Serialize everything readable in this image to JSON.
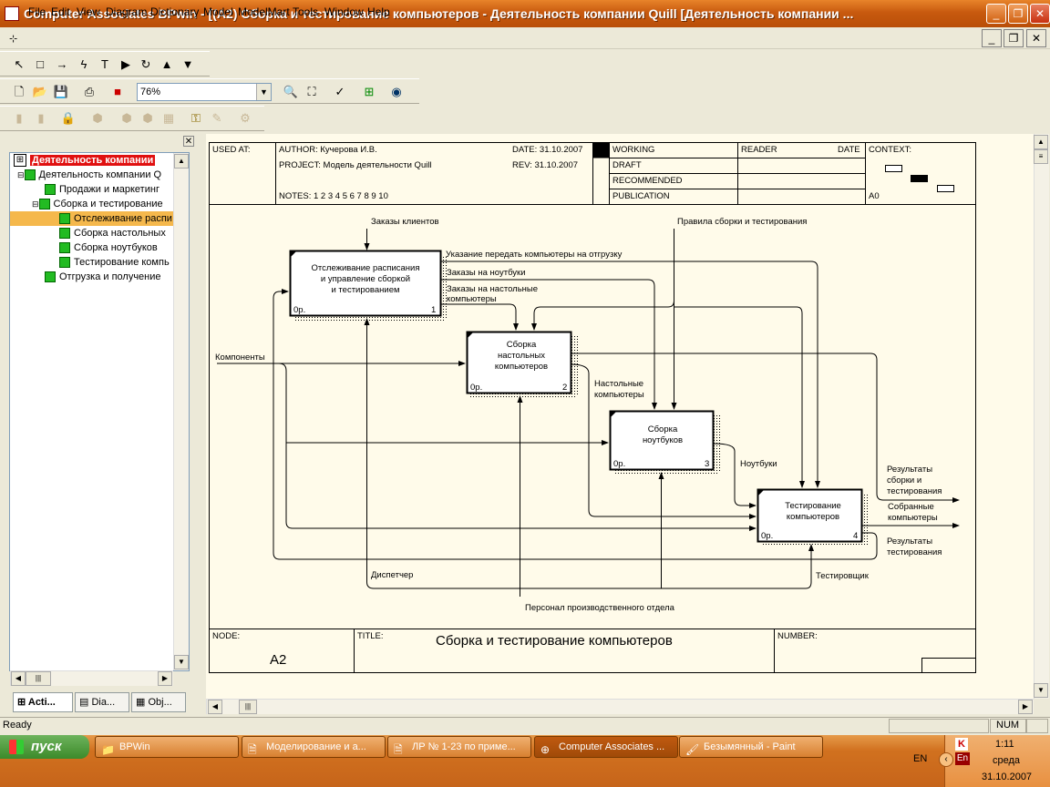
{
  "window": {
    "title": "Computer Associates BPwin - [(A2) Сборка и тестирование компьютеров - Деятельность компании Quill  [Деятельность компании ...",
    "minimize_glyph": "_",
    "restore_glyph": "❐",
    "close_glyph": "✕"
  },
  "menu": {
    "items": [
      "File",
      "Edit",
      "View",
      "Diagram",
      "Dictionary",
      "Model",
      "ModelMart",
      "Tools",
      "Window",
      "Help"
    ]
  },
  "toolbar": {
    "zoom": "76%"
  },
  "tree": {
    "root": "Деятельность компании",
    "items": [
      {
        "label": "Деятельность компании Q",
        "level": 1
      },
      {
        "label": "Продажи и маркетинг",
        "level": 2
      },
      {
        "label": "Сборка и тестирование",
        "level": 2
      },
      {
        "label": "Отслеживание распи",
        "level": 3,
        "selected": true
      },
      {
        "label": "Сборка настольных",
        "level": 3
      },
      {
        "label": "Сборка ноутбуков",
        "level": 3
      },
      {
        "label": "Тестирование компь",
        "level": 3
      },
      {
        "label": "Отгрузка и получение",
        "level": 2
      }
    ]
  },
  "panel_tabs": [
    "Acti...",
    "Dia...",
    "Obj..."
  ],
  "header": {
    "used_at": "USED AT:",
    "author": "AUTHOR:  Кучерова И.В.",
    "project": "PROJECT:  Модель деятельности Quill",
    "date": "DATE: 31.10.2007",
    "rev": "REV:    31.10.2007",
    "notes": "NOTES:  1  2  3  4  5  6  7  8  9  10",
    "working": "WORKING",
    "draft": "DRAFT",
    "recommended": "RECOMMENDED",
    "publication": "PUBLICATION",
    "reader": "READER",
    "date_col": "DATE",
    "context": "CONTEXT:",
    "context_node": "A0"
  },
  "boxes": [
    {
      "name": "Отслеживание расписания и управление сборкой и тестированием",
      "lines": [
        "Отслеживание расписания",
        "и управление сборкой",
        "и тестированием"
      ],
      "num": "1",
      "op": "0р."
    },
    {
      "name": "Сборка настольных компьютеров",
      "lines": [
        "Сборка",
        "настольных",
        "компьютеров"
      ],
      "num": "2",
      "op": "0р."
    },
    {
      "name": "Сборка ноутбуков",
      "lines": [
        "Сборка",
        "ноутбуков"
      ],
      "num": "3",
      "op": "0р."
    },
    {
      "name": "Тестирование компьютеров",
      "lines": [
        "Тестирование",
        "компьютеров"
      ],
      "num": "4",
      "op": "0р."
    }
  ],
  "arrows": {
    "zakazy_klientov": "Заказы клиентов",
    "pravila": "Правила сборки и тестирования",
    "ukazanie": "Указание передать компьютеры на отгрузку",
    "zakazy_noutbuki": "Заказы на ноутбуки",
    "zakazy_nastolnye_1": "Заказы на настольные",
    "zakazy_nastolnye_2": "компьютеры",
    "komponenty": "Компоненты",
    "nastolnye_1": "Настольные",
    "nastolnye_2": "компьютеры",
    "noutbuki": "Ноутбуки",
    "rezultaty_1": "Результаты",
    "rezultaty_2": "сборки и",
    "rezultaty_3": "тестирования",
    "sobrannye_1": "Собранные",
    "sobrannye_2": "компьютеры",
    "rez_test_1": "Результаты",
    "rez_test_2": "тестирования",
    "dispetcher": "Диспетчер",
    "testirovshik": "Тестировщик",
    "personal": "Персонал производственного отдела"
  },
  "footer": {
    "node_label": "NODE:",
    "node": "A2",
    "title_label": "TITLE:",
    "title": "Сборка и тестирование компьютеров",
    "number_label": "NUMBER:"
  },
  "status": {
    "text": "Ready",
    "num": "NUM"
  },
  "taskbar": {
    "start": "пуск",
    "tasks": [
      "BPWin",
      "Моделирование и а...",
      "ЛР № 1-23 по приме...",
      "Computer Associates ...",
      "Безымянный - Paint"
    ],
    "lang": "EN",
    "lang2": "En",
    "time": "1:11",
    "day": "среда",
    "date": "31.10.2007"
  }
}
